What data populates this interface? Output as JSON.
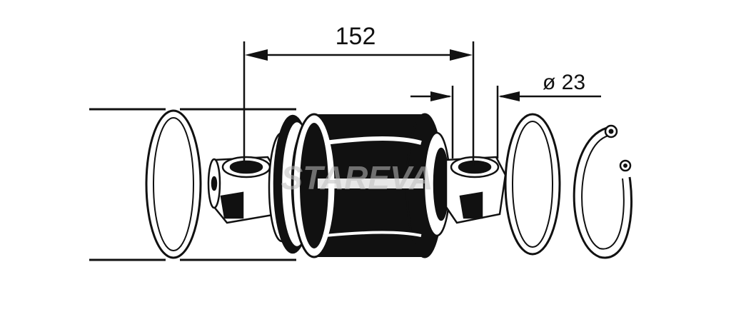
{
  "dimensions": {
    "length_label": "152",
    "diameter_label": "ø 23"
  },
  "watermark": {
    "text": "STAREVA"
  },
  "colors": {
    "ink": "#111111",
    "paper": "#ffffff",
    "watermark": "#bfbfbf"
  }
}
